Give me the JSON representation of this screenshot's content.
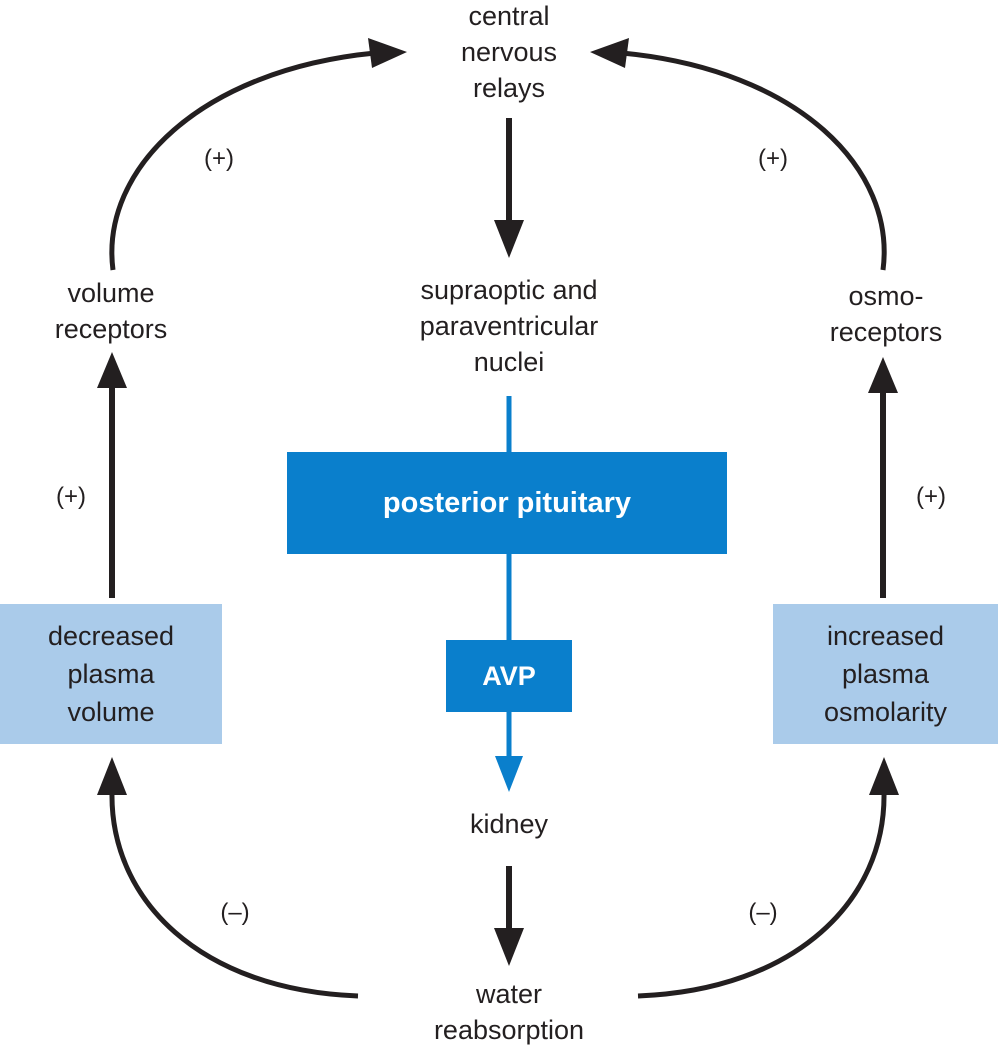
{
  "nodes": {
    "cns": "central\nnervous\nrelays",
    "nuclei": "supraoptic and\nparaventricular\nnuclei",
    "volume_receptors": "volume\nreceptors",
    "osmoreceptors": "osmo-\nreceptors",
    "posterior_pituitary": "posterior pituitary",
    "avp": "AVP",
    "decreased_volume": "decreased\nplasma\nvolume",
    "increased_osmolarity": "increased\nplasma\nosmolarity",
    "kidney": "kidney",
    "water_reabsorption": "water\nreabsorption"
  },
  "signs": {
    "left_upper": "(+)",
    "right_upper": "(+)",
    "left_mid": "(+)",
    "right_mid": "(+)",
    "left_lower": "(–)",
    "right_lower": "(–)"
  },
  "colors": {
    "arrow_black": "#231f20",
    "arrow_blue": "#0a7fcc",
    "box_dark": "#0a7fcc",
    "box_light": "#aacbea"
  }
}
